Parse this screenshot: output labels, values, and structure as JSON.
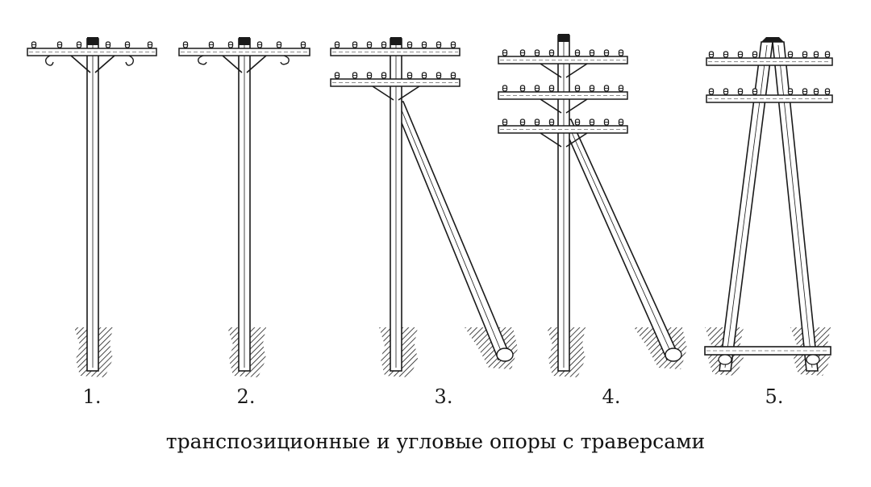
{
  "figure": {
    "poles": [
      {
        "label": "1."
      },
      {
        "label": "2."
      },
      {
        "label": "3."
      },
      {
        "label": "4."
      },
      {
        "label": "5."
      }
    ],
    "caption": "транспозиционные и угловые опоры с траверсами"
  },
  "colors": {
    "ink": "#1a1a1a",
    "background": "#ffffff"
  }
}
